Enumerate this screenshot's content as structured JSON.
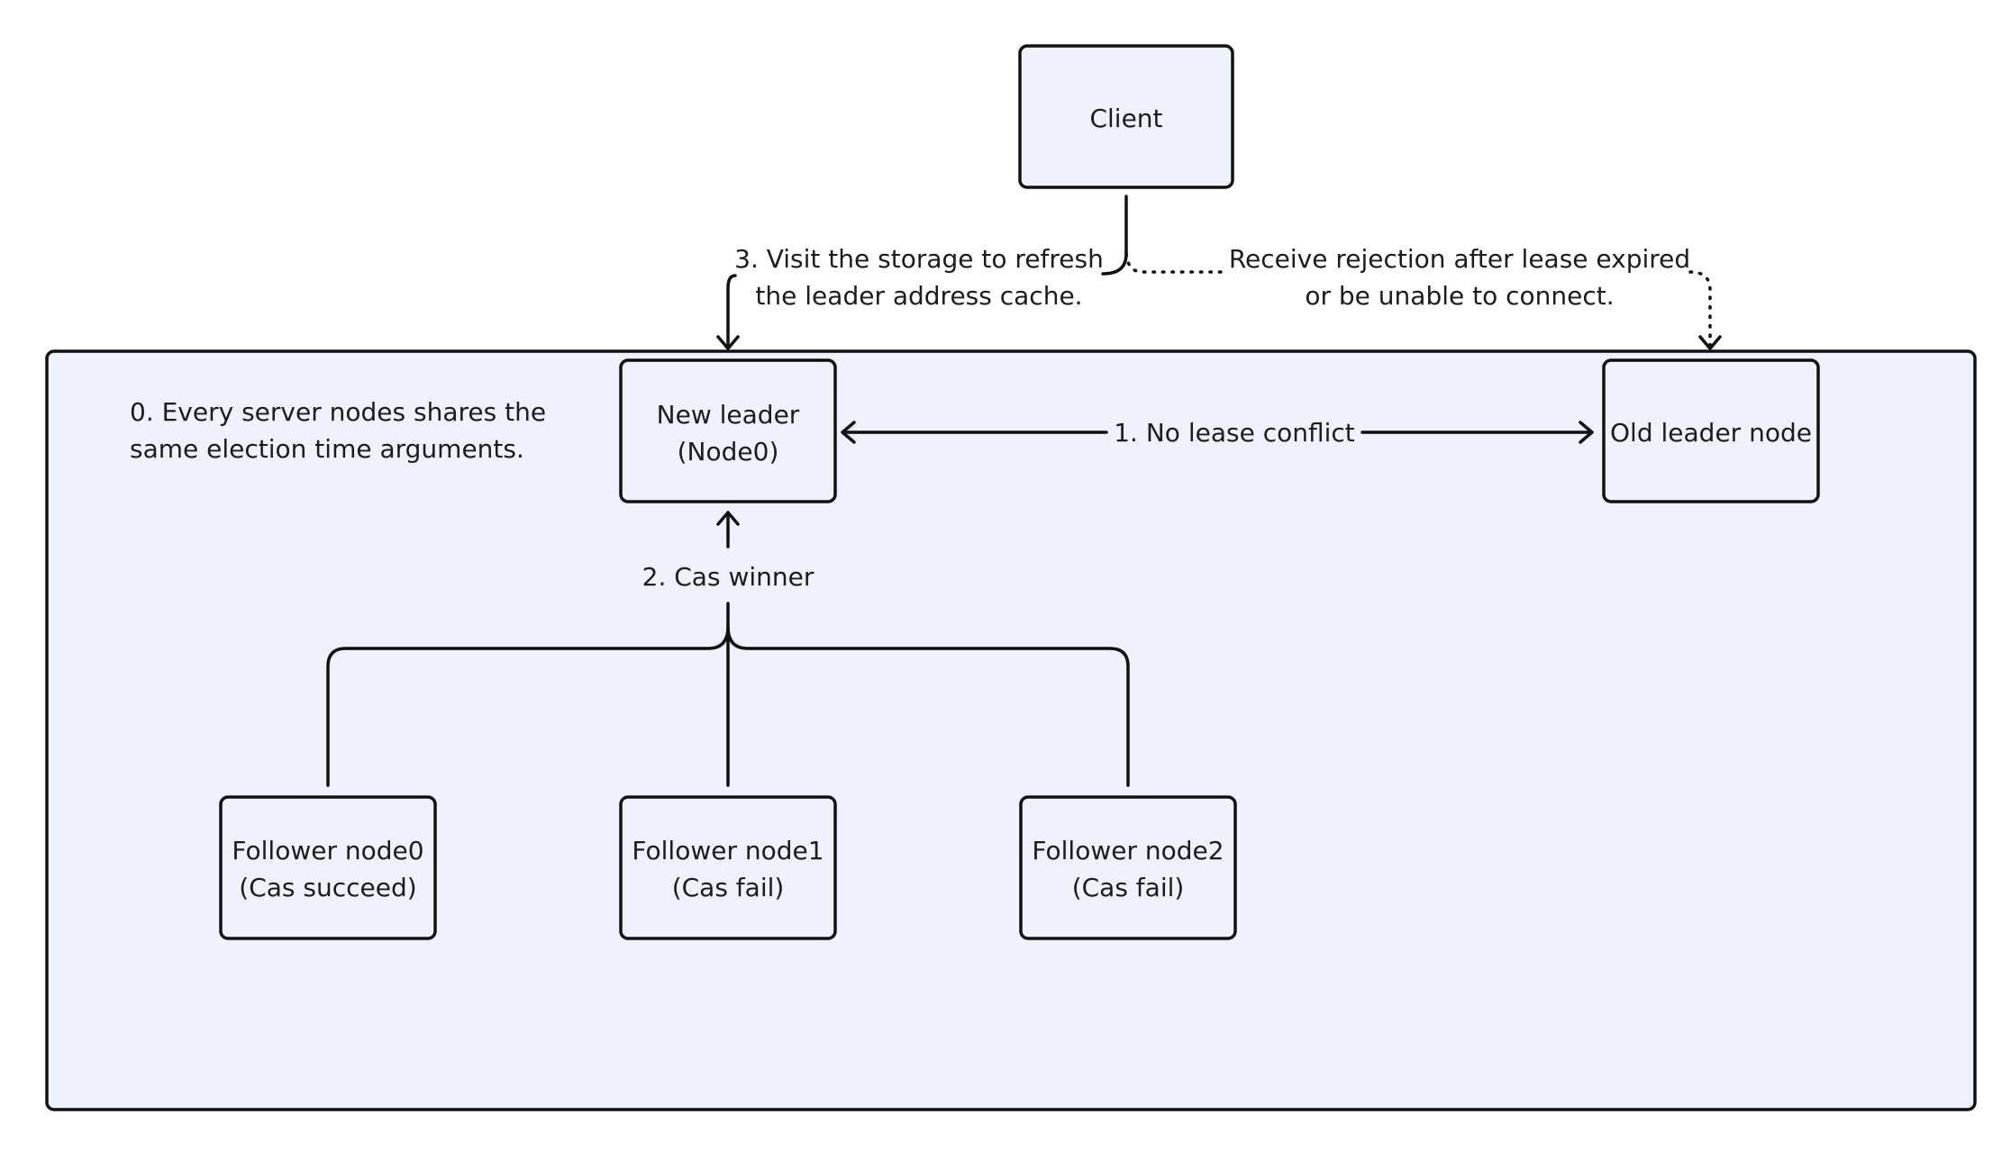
{
  "nodes": {
    "client": {
      "label": "Client"
    },
    "new_leader": {
      "line1": "New leader",
      "line2": "(Node0)"
    },
    "old_leader": {
      "label": "Old leader node"
    },
    "follower0": {
      "line1": "Follower node0",
      "line2": "(Cas succeed)"
    },
    "follower1": {
      "line1": "Follower node1",
      "line2": "(Cas fail)"
    },
    "follower2": {
      "line1": "Follower node2",
      "line2": "(Cas fail)"
    }
  },
  "notes": {
    "step0": {
      "line1": "0. Every server nodes shares the",
      "line2": "same election time arguments."
    },
    "step1": "1. No lease conflict",
    "step2": "2. Cas winner",
    "step3": {
      "line1": "3. Visit the storage to refresh",
      "line2": "the leader address cache."
    },
    "rejection": {
      "line1": "Receive rejection after lease expired",
      "line2": "or be unable to connect."
    }
  },
  "colors": {
    "fill": "#eef2fc",
    "stroke": "#111111"
  }
}
